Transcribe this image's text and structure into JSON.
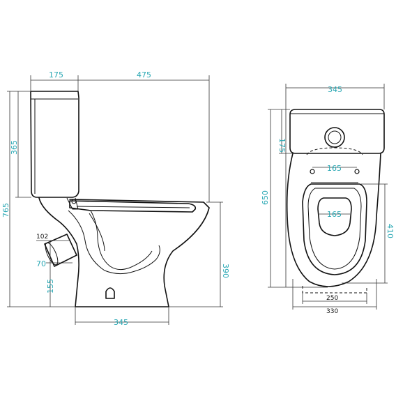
{
  "side_view": {
    "dims": {
      "tank_depth": "175",
      "total_depth": "475",
      "tank_height": "365",
      "total_height": "765",
      "outlet_diameter": "102",
      "outlet_inner": "70",
      "outlet_height": "155",
      "seat_height": "390",
      "base_width": "345"
    }
  },
  "top_view": {
    "dims": {
      "tank_width": "345",
      "tank_depth": "175",
      "total_length": "650",
      "hinge_spacing": "165",
      "opening_width": "165",
      "bowl_length": "410",
      "base_inner": "250",
      "base_outer": "330"
    }
  },
  "colors": {
    "dimension_text": "#2aa8b4",
    "outline": "#111111"
  }
}
